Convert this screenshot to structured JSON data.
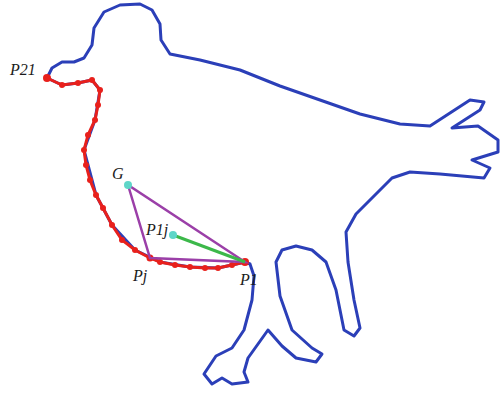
{
  "diagram": {
    "labels": [
      "P21",
      "G",
      "P1j",
      "Pj",
      "P1"
    ]
  }
}
